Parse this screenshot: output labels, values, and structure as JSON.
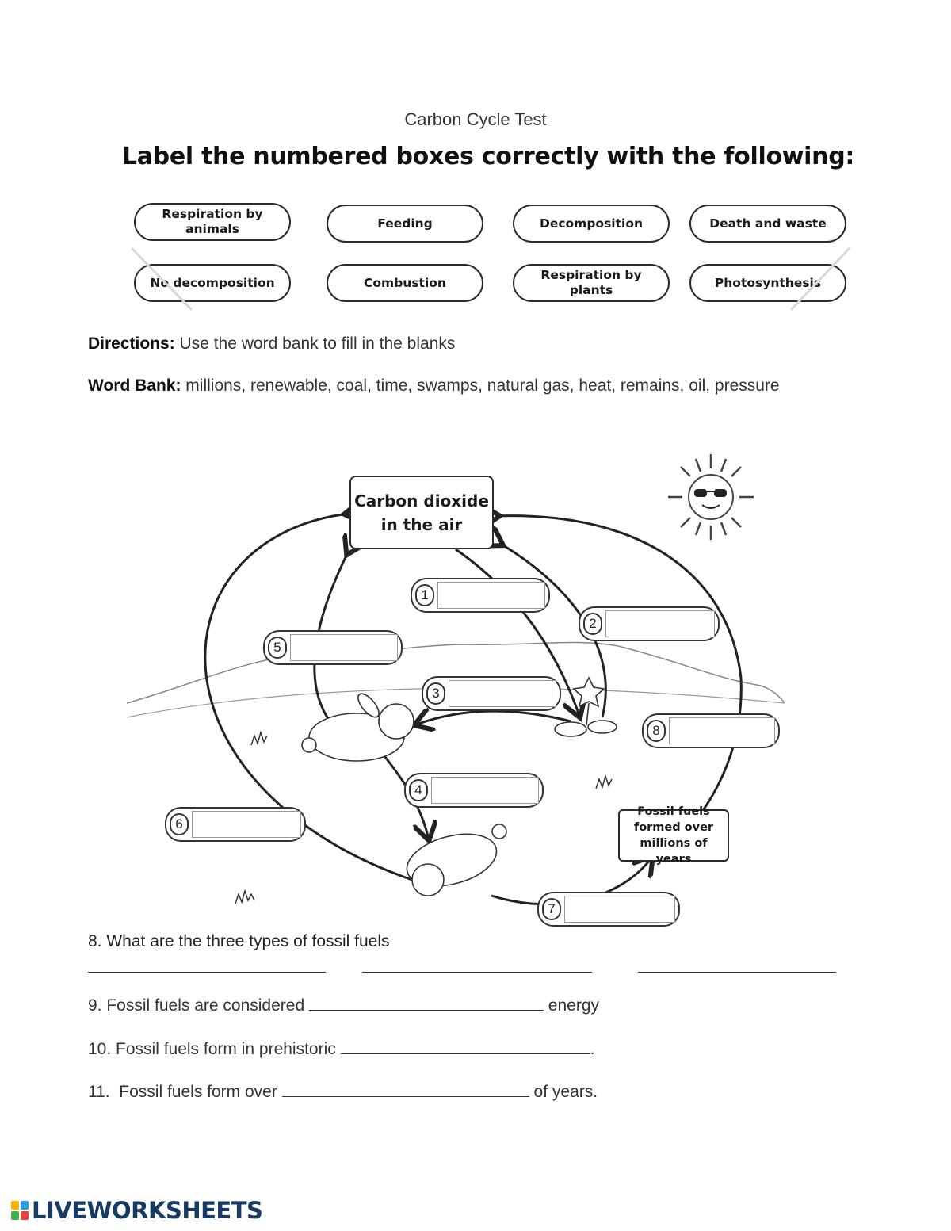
{
  "page_title": "Carbon Cycle Test",
  "instruction": "Label the numbered boxes correctly with the following:",
  "label_options": [
    "Respiration by animals",
    "Feeding",
    "Decomposition",
    "Death and waste",
    "No decomposition",
    "Combustion",
    "Respiration by plants",
    "Photosynthesis"
  ],
  "directions": {
    "label": "Directions:",
    "text": " Use the word bank to fill in the blanks"
  },
  "word_bank": {
    "label": "Word Bank:",
    "text": " millions, renewable, coal, time, swamps, natural gas, heat, remains, oil, pressure"
  },
  "diagram": {
    "center_box": "Carbon dioxide in the air",
    "fossil_box": "Fossil fuels formed over millions of years",
    "numbered_boxes": [
      "1",
      "2",
      "3",
      "4",
      "5",
      "6",
      "7",
      "8"
    ]
  },
  "questions": [
    {
      "prefix": "8. What are the three types of fossil fuels",
      "suffix": ""
    },
    {
      "prefix": "9. Fossil fuels are considered ",
      "suffix": " energy"
    },
    {
      "prefix": "10. Fossil fuels form in prehistoric ",
      "suffix": "."
    },
    {
      "prefix": "11.  Fossil fuels form over ",
      "suffix": " of years."
    }
  ],
  "footer_logo": "LIVEWORKSHEETS",
  "colors": {
    "logo_text": "#173b63",
    "logo_mark": [
      "#f7b500",
      "#2b9cd8",
      "#3db24b",
      "#e8433f"
    ]
  }
}
